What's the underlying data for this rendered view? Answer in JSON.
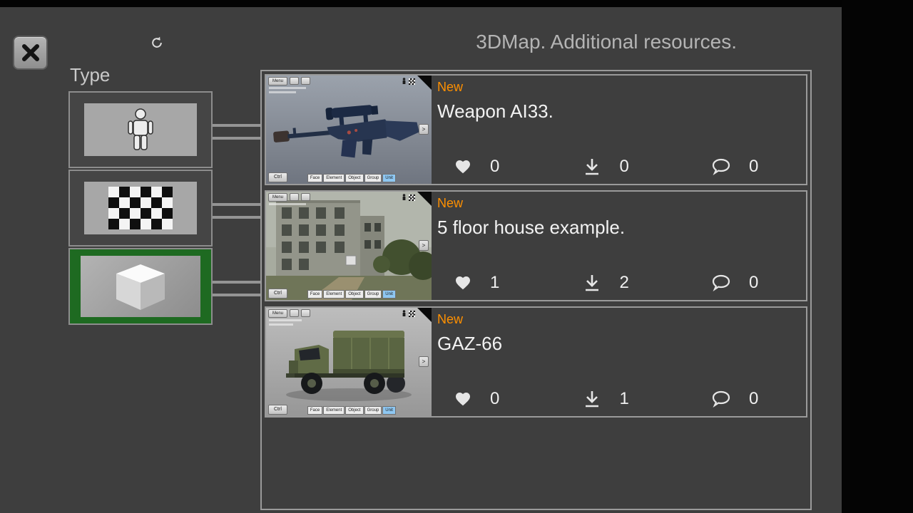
{
  "header": {
    "title": "3DMap. Additional resources."
  },
  "type_panel": {
    "label": "Type",
    "options": [
      {
        "name": "characters",
        "selected": false
      },
      {
        "name": "textures",
        "selected": false
      },
      {
        "name": "objects",
        "selected": true
      }
    ],
    "selected_color": "#1e6a21"
  },
  "list": {
    "items": [
      {
        "badge": "New",
        "title": "Weapon AI33.",
        "likes": "0",
        "downloads": "0",
        "comments": "0"
      },
      {
        "badge": "New",
        "title": "5 floor house example.",
        "likes": "1",
        "downloads": "2",
        "comments": "0"
      },
      {
        "badge": "New",
        "title": "GAZ-66",
        "likes": "0",
        "downloads": "1",
        "comments": "0"
      }
    ],
    "stat_icons": {
      "likes": "heart-icon",
      "downloads": "download-icon",
      "comments": "comment-icon"
    }
  },
  "thumb_ui": {
    "menu": "Menu",
    "ctrl": "Ctrl",
    "next": ">",
    "modes": [
      "Face",
      "Element",
      "Object",
      "Group",
      "Unit"
    ],
    "active_mode": "Unit"
  },
  "colors": {
    "background": "#3e3e3e",
    "panel_border": "#9a9a9a",
    "badge": "#ff9000",
    "title_text": "#b4b4b4"
  },
  "nav_bar": {
    "icons": [
      "recents-square",
      "home-circle",
      "back-triangle"
    ]
  }
}
